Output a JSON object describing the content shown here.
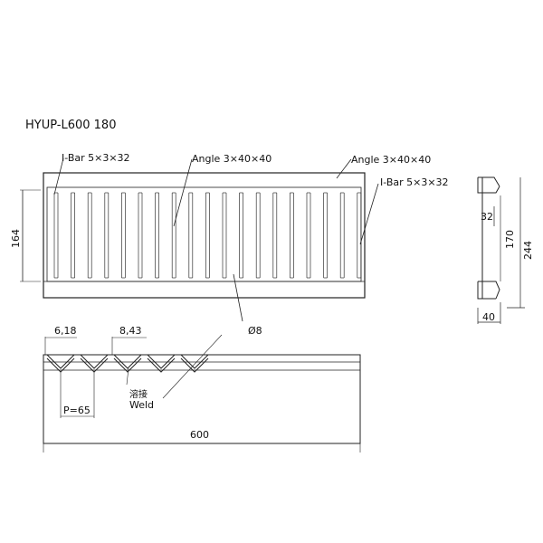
{
  "title": "HYUP-L600 180",
  "labels": {
    "ibar_left": "I-Bar 5×3×32",
    "angle_mid": "Angle 3×40×40",
    "angle_right": "Angle 3×40×40",
    "ibar_right": "I-Bar 5×3×32",
    "rod": "Ø8",
    "weld_jp": "溶接",
    "weld_en": "Weld"
  },
  "dimensions": {
    "height_164": "164",
    "dim_6_18": "6,18",
    "dim_8_43": "8,43",
    "pitch": "P=65",
    "length": "600",
    "side_32": "32",
    "side_170": "170",
    "side_244": "244",
    "side_40": "40"
  },
  "colors": {
    "stroke": "#222222",
    "text": "#111111",
    "background": "#ffffff"
  }
}
